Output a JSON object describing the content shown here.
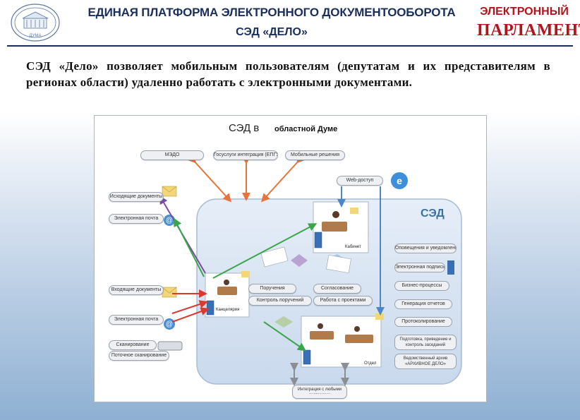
{
  "header": {
    "title_line1": "ЕДИНАЯ ПЛАТФОРМА ЭЛЕКТРОННОГО ДОКУМЕНТООБОРОТА",
    "title_line2": "СЭД «ДЕЛО»",
    "brand_top": "ЭЛЕКТРОННЫЙ",
    "brand_bottom": "ПАРЛАМЕНТ",
    "logo_caption": "ДУМА"
  },
  "intro_text": "СЭД «Дело» позволяет мобильным пользователям (депутатам и их представителям в регионах области) удаленно работать с электронными документами.",
  "diagram": {
    "title_main": "СЭД в",
    "title_sub": "областной Думе",
    "sed_label": "СЭД",
    "top_items": [
      "МЭДО",
      "Госуслуги интеграция (ЕПГУ)",
      "Мобильные решения"
    ],
    "web_access": "Web-доступ",
    "left_items": [
      "Исходящие документы",
      "Электронная почта",
      "Входящие документы",
      "Электронная почта",
      "Сканирование",
      "Поточное сканирование"
    ],
    "center_items": [
      "Поручения",
      "Контроль поручений",
      "Согласование",
      "Работа с проектами"
    ],
    "right_items": [
      "Оповещения и уведомления",
      "Электронная подпись",
      "Бизнес-процессы",
      "Генерация отчетов",
      "Протоколирование",
      "Подготовка, приведение и контроль заседаний",
      "Ведомственный архив «АРХИВНОЕ ДЕЛО»"
    ],
    "bottom_item": "Интеграция с любыми системами",
    "rooms": [
      "Кабинет",
      "Канцелярия",
      "Отдел"
    ]
  },
  "colors": {
    "header_text": "#1b2f5c",
    "brand_red": "#b3141b",
    "sed_blue": "#3d6ea4",
    "arrow_orange": "#e8743b",
    "arrow_red": "#d9392f",
    "arrow_green": "#3aa64a",
    "arrow_purple": "#7b4aa8",
    "arrow_blue": "#4c86c6"
  }
}
